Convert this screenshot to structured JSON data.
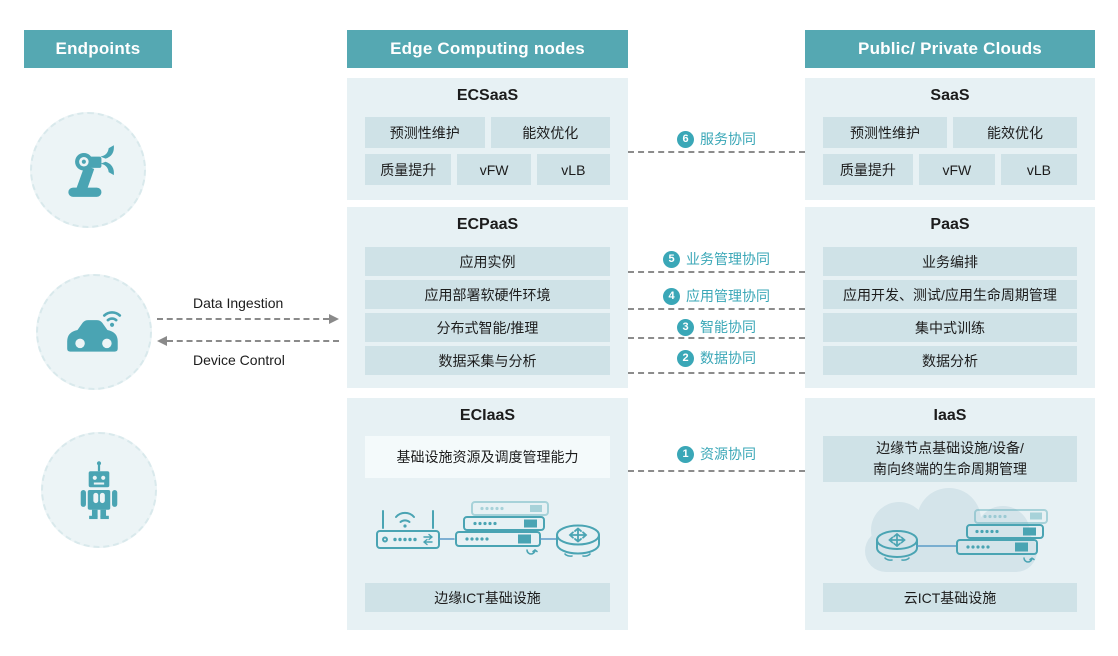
{
  "headers": {
    "endpoints": "Endpoints",
    "edge": "Edge Computing nodes",
    "clouds": "Public/ Private Clouds"
  },
  "endpoint_flows": {
    "data_ingestion": "Data Ingestion",
    "device_control": "Device Control"
  },
  "edge": {
    "ecsaas": {
      "title": "ECSaaS",
      "row1": [
        "预测性维护",
        "能效优化"
      ],
      "row2": [
        "质量提升",
        "vFW",
        "vLB"
      ]
    },
    "ecpaas": {
      "title": "ECPaaS",
      "rows": [
        "应用实例",
        "应用部署软硬件环境",
        "分布式智能/推理",
        "数据采集与分析"
      ]
    },
    "eciaas": {
      "title": "ECIaaS",
      "capability": "基础设施资源及调度管理能力",
      "infrastructure": "边缘ICT基础设施"
    }
  },
  "cloud": {
    "saas": {
      "title": "SaaS",
      "row1": [
        "预测性维护",
        "能效优化"
      ],
      "row2": [
        "质量提升",
        "vFW",
        "vLB"
      ]
    },
    "paas": {
      "title": "PaaS",
      "rows": [
        "业务编排",
        "应用开发、测试/应用生命周期管理",
        "集中式训练",
        "数据分析"
      ]
    },
    "iaas": {
      "title": "IaaS",
      "capability_line1": "边缘节点基础设施/设备/",
      "capability_line2": "南向终端的生命周期管理",
      "infrastructure": "云ICT基础设施"
    }
  },
  "collaborations": [
    {
      "num": "6",
      "label": "服务协同"
    },
    {
      "num": "5",
      "label": "业务管理协同"
    },
    {
      "num": "4",
      "label": "应用管理协同"
    },
    {
      "num": "3",
      "label": "智能协同"
    },
    {
      "num": "2",
      "label": "数据协同"
    },
    {
      "num": "1",
      "label": "资源协同"
    }
  ],
  "icons": {
    "endpoint_1": "robotic-arm-icon",
    "endpoint_2": "connected-car-icon",
    "endpoint_3": "robot-icon",
    "edge_illustration": "edge-network-devices-icon",
    "cloud_illustration": "cloud-network-devices-icon"
  },
  "colors": {
    "header_teal": "#55a8b2",
    "section_bg": "#e7f1f4",
    "item_bg": "#cfe2e7",
    "capability_bg": "#f4fafb",
    "collab_teal": "#3aa7b7",
    "dash_gray": "#8c8c8c",
    "icon_teal": "#4aa4b3",
    "cloud_fill": "#d4e4ea",
    "text_dark": "#1c1c1c"
  }
}
